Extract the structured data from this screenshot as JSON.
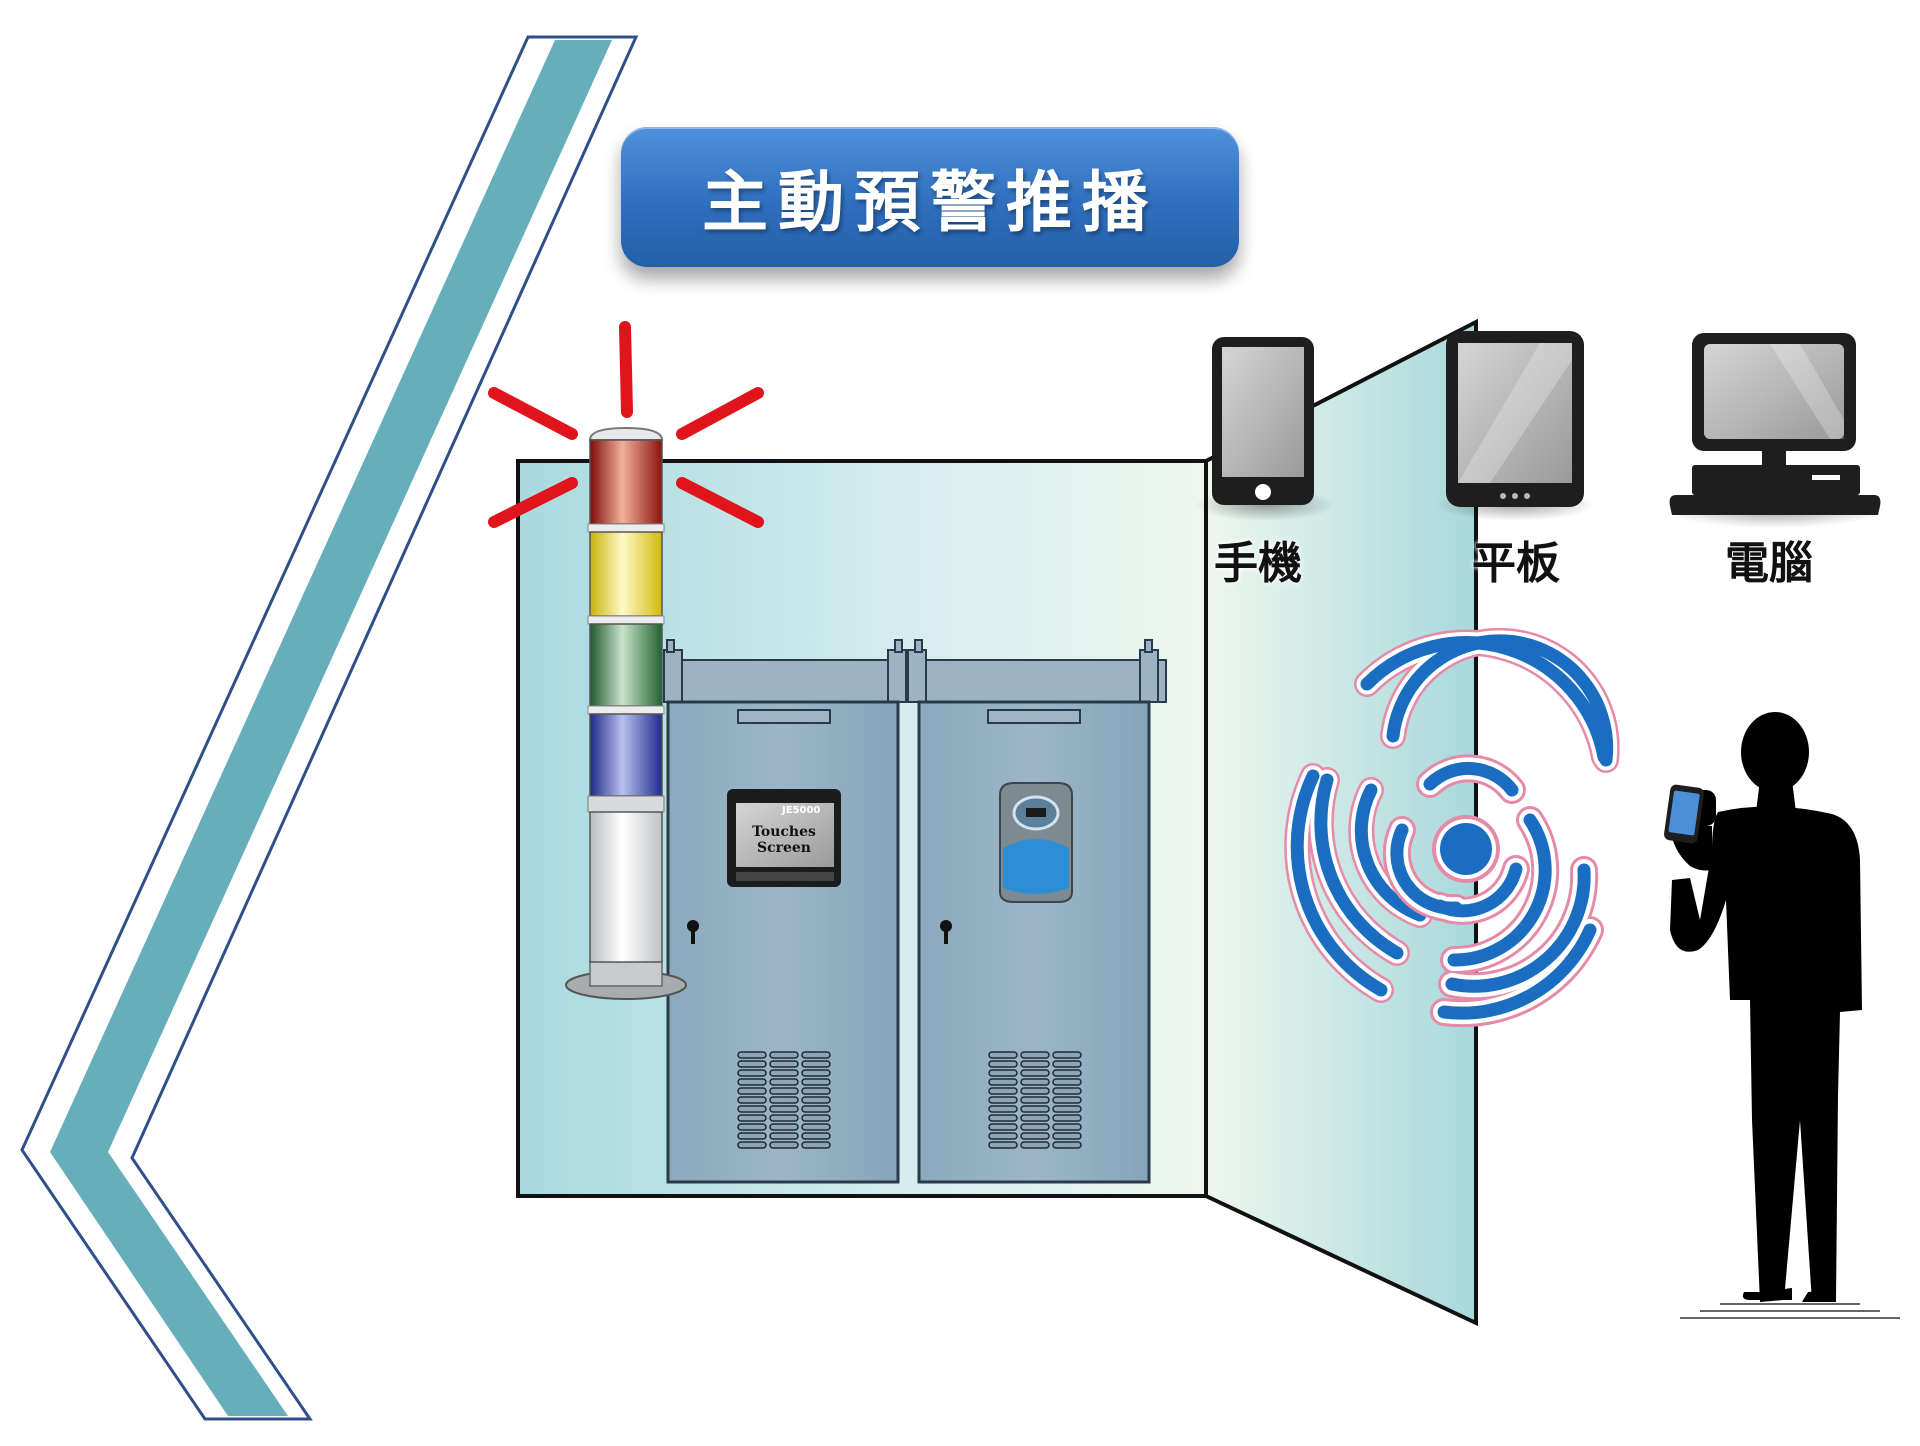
{
  "title": "主動預警推播",
  "devices": {
    "phone": "手機",
    "tablet": "平板",
    "computer": "電腦"
  },
  "panel": {
    "screen_model": "JE5000",
    "screen_line1": "Touches",
    "screen_line2": "Screen"
  },
  "colors": {
    "chevron": "#66aeb9",
    "cabinet": "#8eabbf",
    "room_wall": "#bfe3e6",
    "title_blue": "#2f6fbe",
    "signal_blue": "#1a6dc0",
    "signal_glow": "#e58aa8",
    "alarm_red": "#e0151b"
  },
  "tower_light_colors": [
    "red",
    "yellow",
    "green",
    "blue",
    "white"
  ]
}
